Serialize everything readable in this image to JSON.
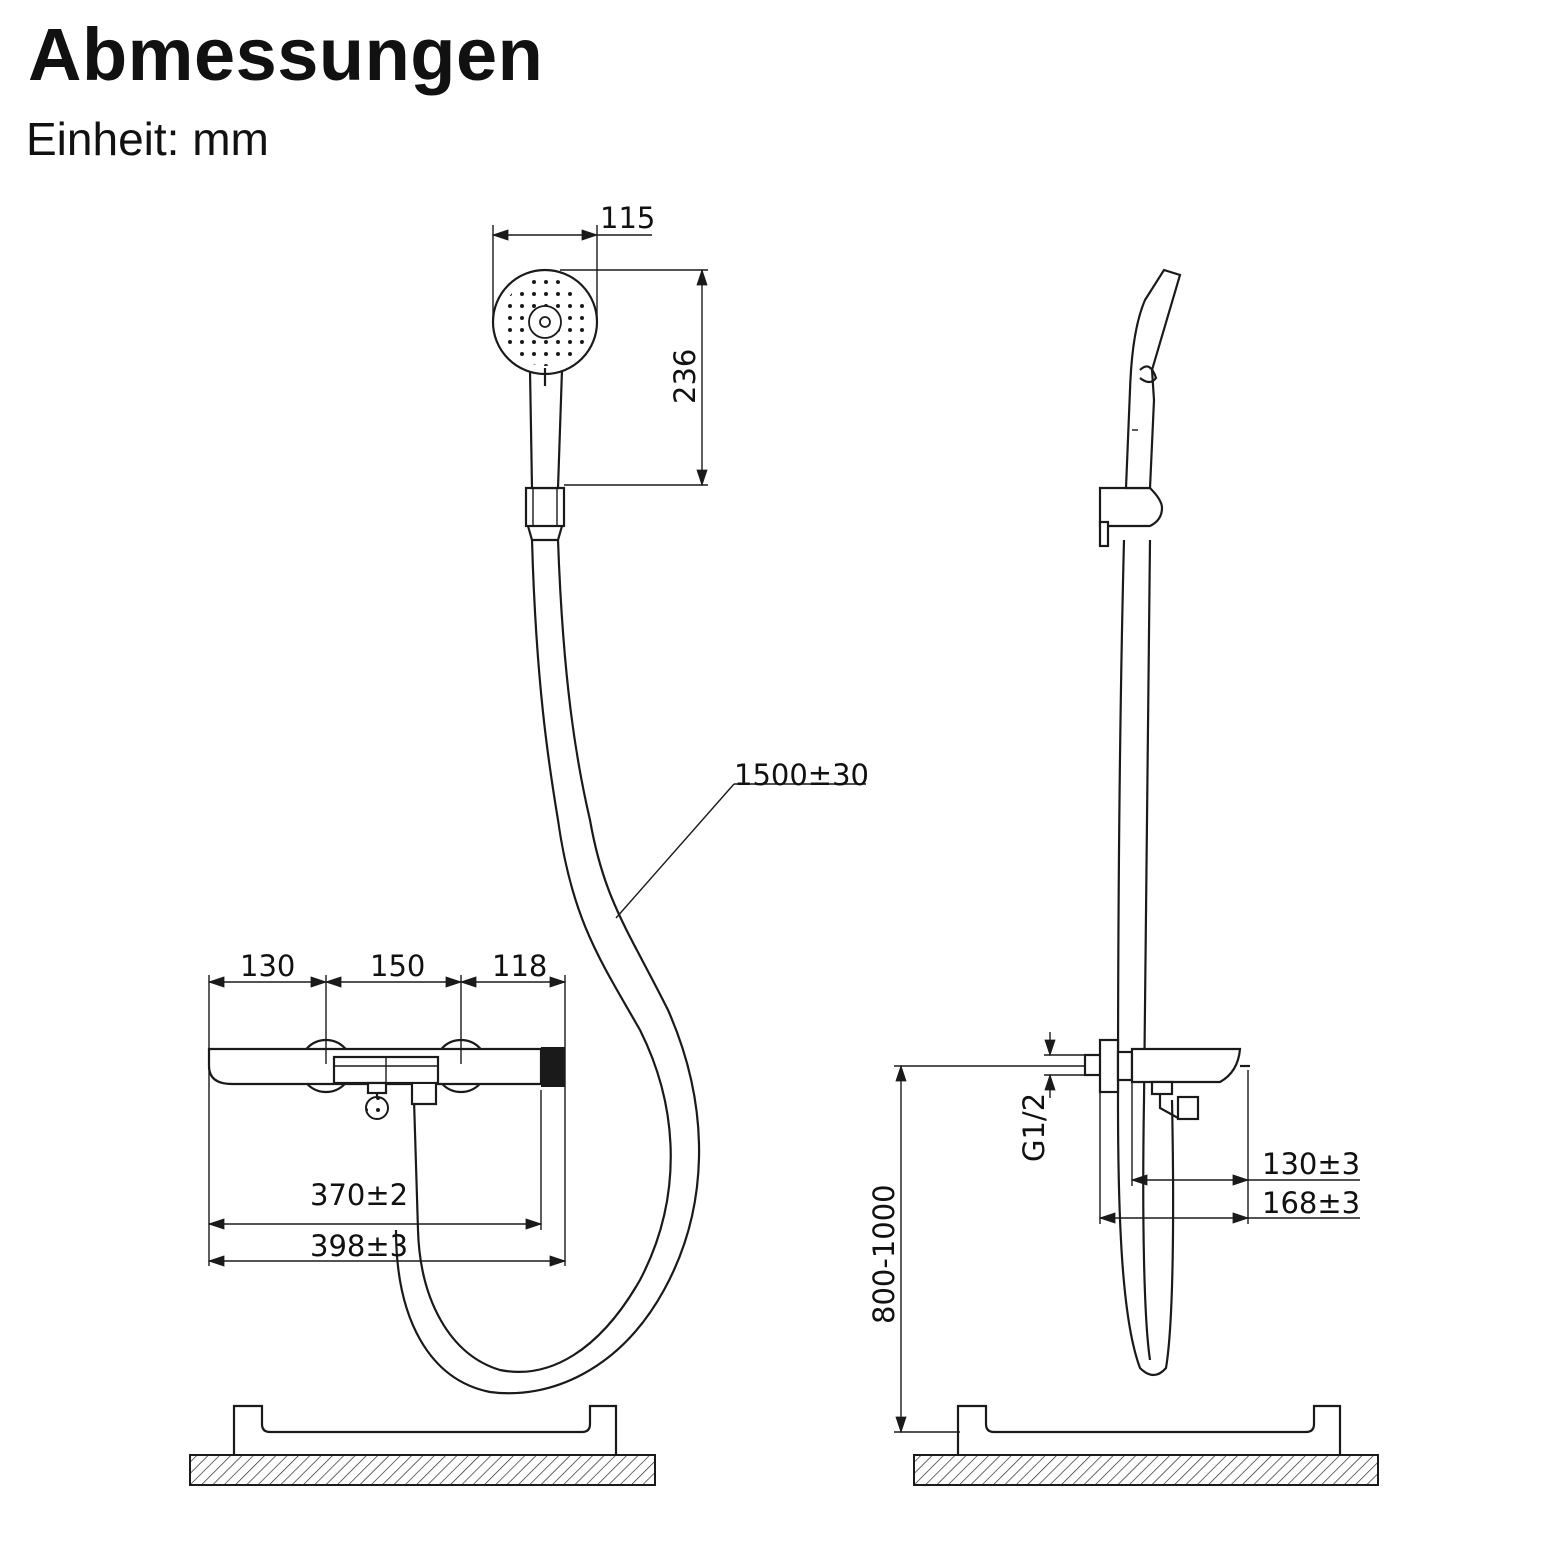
{
  "header": {
    "title": "Abmessungen",
    "unit": "Einheit: mm"
  },
  "dimensions": {
    "head_width": "115",
    "head_height": "236",
    "hose_length": "1500±30",
    "seg_left": "130",
    "seg_mid": "150",
    "seg_right": "118",
    "width_inner": "370±2",
    "width_total": "398±3",
    "thread": "G1/2",
    "depth_inner": "130±3",
    "depth_total": "168±3",
    "mount_height": "800-1000"
  }
}
